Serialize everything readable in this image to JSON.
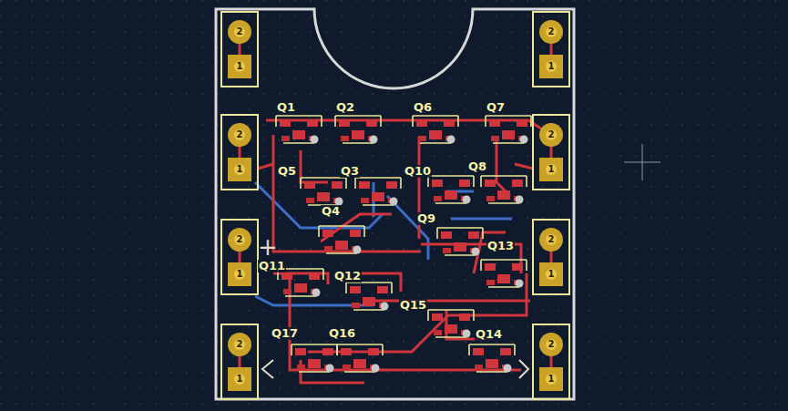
{
  "diagram": {
    "labels": [
      "Q1",
      "Q2",
      "Q6",
      "Q7",
      "Q5",
      "Q3",
      "Q10",
      "Q8",
      "Q4",
      "Q9",
      "Q13",
      "Q11",
      "Q12",
      "Q15",
      "Q17",
      "Q16",
      "Q14",
      "+",
      "2",
      "1",
      "2",
      "1",
      "2",
      "1",
      "2",
      "1",
      "2",
      "1",
      "2",
      "1",
      "2",
      "1",
      "2",
      "1"
    ]
  }
}
